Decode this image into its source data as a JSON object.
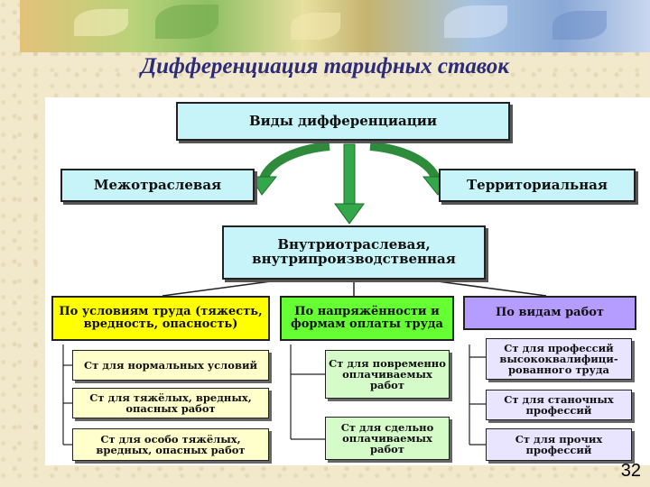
{
  "slide": {
    "title": "Дифференциация тарифных ставок",
    "page_number": "32"
  },
  "diagram": {
    "root": "Виды дифференциации",
    "left": "Межотраслевая",
    "right": "Территориальная",
    "center": "Внутриотраслевая, внутрипроизводственная",
    "categories": [
      {
        "label": "По условиям труда (тяжесть, вредность, опасность)",
        "color": "#ffff00",
        "items": [
          "Ст для нормальных условий",
          "Ст для тяжёлых, вредных, опасных работ",
          "Ст для особо тяжёлых, вредных, опасных работ"
        ]
      },
      {
        "label": "По напряжённости и формам оплаты труда",
        "color": "#66ff33",
        "items": [
          "Ст для повременно оплачиваемых работ",
          "Ст для сдельно оплачиваемых работ"
        ]
      },
      {
        "label": "По видам работ",
        "color": "#b59cff",
        "items": [
          "Ст для профессий высококвалифици-рованного труда",
          "Ст для станочных профессий",
          "Ст для прочих профессий"
        ]
      }
    ]
  },
  "colors": {
    "box_fill": "#c6f4f8",
    "arrow": "#33a84a",
    "title": "#2b2b7a"
  }
}
